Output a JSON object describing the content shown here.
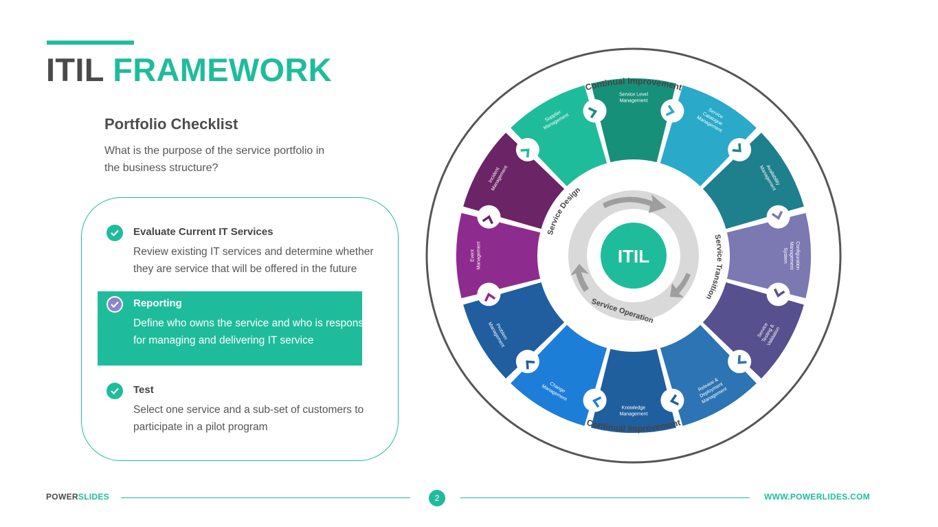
{
  "header": {
    "title_part1": "ITIL",
    "title_part2": "FRAMEWORK"
  },
  "intro": {
    "subtitle": "Portfolio Checklist",
    "question": "What is the purpose of the service portfolio in the business structure?"
  },
  "checklist": [
    {
      "heading": "Evaluate Current IT Services",
      "body": "Review existing IT services and determine whether they are service that will be offered in the future",
      "active": false
    },
    {
      "heading": "Reporting",
      "body": "Define who owns the service and who is responsible for managing and delivering IT service",
      "active": true
    },
    {
      "heading": "Test",
      "body": "Select one service and a sub-set of customers to participate in a pilot program",
      "active": false
    }
  ],
  "diagram": {
    "center_label": "ITIL",
    "ring_top": "Continual Improvement",
    "ring_bottom": "Continual Improvement",
    "phases": [
      "Service Design",
      "Service Transition",
      "Service Operation"
    ],
    "segments": [
      {
        "label": "Service Level Management",
        "color": "#17907a",
        "icon": "user-icon"
      },
      {
        "label": "Service Catalogue Management",
        "color": "#2aa9c9",
        "icon": "chat-icon"
      },
      {
        "label": "Availability Management",
        "color": "#1e7f8d",
        "icon": "cloud-icon"
      },
      {
        "label": "Configuration Management System",
        "color": "#7b78b2",
        "icon": "phone-icon"
      },
      {
        "label": "Service Testing & Validation",
        "color": "#56508e",
        "icon": "home-icon"
      },
      {
        "label": "Release & Deployment Management",
        "color": "#2c74b3",
        "icon": "map-pin-icon"
      },
      {
        "label": "Knowledge Management",
        "color": "#1f5f9e",
        "icon": "mail-icon"
      },
      {
        "label": "Change Management",
        "color": "#1d7ed8",
        "icon": "gear-icon"
      },
      {
        "label": "Problem Management",
        "color": "#205e9f",
        "icon": "clock-icon"
      },
      {
        "label": "Event Management",
        "color": "#8e2b8e",
        "icon": "briefcase-icon"
      },
      {
        "label": "Incident Management",
        "color": "#6b2466",
        "icon": "monitor-icon"
      },
      {
        "label": "Supplier Management",
        "color": "#1fbc9c",
        "icon": "globe-icon"
      }
    ]
  },
  "footer": {
    "brand_part1": "POWER",
    "brand_part2": "SLIDES",
    "page": "2",
    "url": "WWW.POWERLIDES.COM"
  }
}
